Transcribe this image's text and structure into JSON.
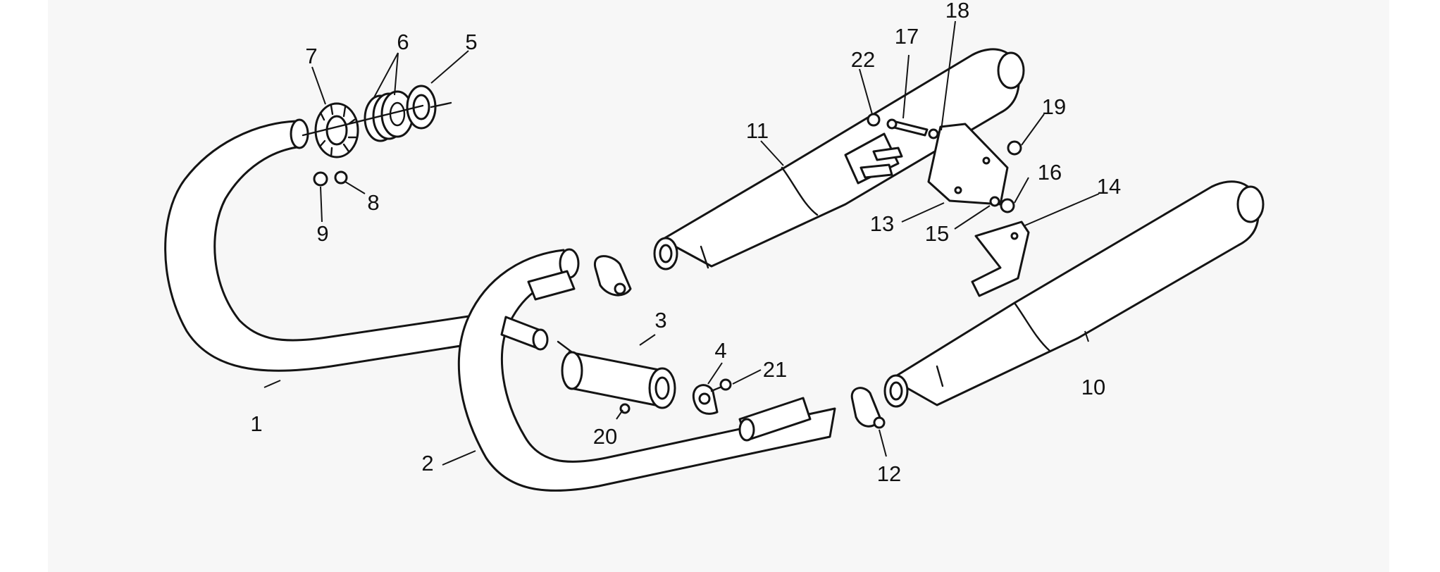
{
  "diagram": {
    "background_color": "#ffffff",
    "panel_color": "#f7f7f7",
    "line_color": "#141414",
    "callouts": [
      {
        "id": "1",
        "label": "1"
      },
      {
        "id": "2",
        "label": "2"
      },
      {
        "id": "3",
        "label": "3"
      },
      {
        "id": "4",
        "label": "4"
      },
      {
        "id": "5",
        "label": "5"
      },
      {
        "id": "6",
        "label": "6"
      },
      {
        "id": "7",
        "label": "7"
      },
      {
        "id": "8",
        "label": "8"
      },
      {
        "id": "9",
        "label": "9"
      },
      {
        "id": "10",
        "label": "10"
      },
      {
        "id": "11",
        "label": "11"
      },
      {
        "id": "12",
        "label": "12"
      },
      {
        "id": "13",
        "label": "13"
      },
      {
        "id": "14",
        "label": "14"
      },
      {
        "id": "15",
        "label": "15"
      },
      {
        "id": "16",
        "label": "16"
      },
      {
        "id": "17",
        "label": "17"
      },
      {
        "id": "18",
        "label": "18"
      },
      {
        "id": "19",
        "label": "19"
      },
      {
        "id": "20",
        "label": "20"
      },
      {
        "id": "21",
        "label": "21"
      },
      {
        "id": "22",
        "label": "22"
      }
    ]
  }
}
